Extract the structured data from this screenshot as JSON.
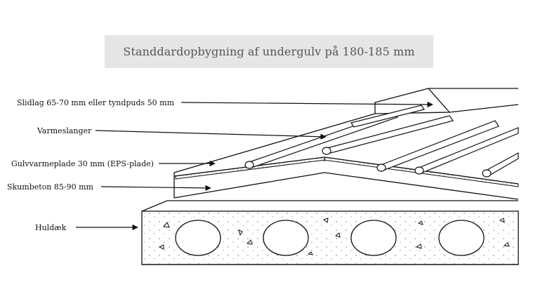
{
  "title": "Standdardopbygning af undergulv på 180-185 mm",
  "labels": {
    "slidlag": "Slidlag 65-70 mm eller tyndpuds 50 mm",
    "varmeslanger": "Varmeslanger",
    "gulvvarmeplade": "Gulvvarmeplade 30 mm (EPS-plade)",
    "skumbeton": "Skumbeton 85-90 mm",
    "huldaek": "Huldæk"
  }
}
